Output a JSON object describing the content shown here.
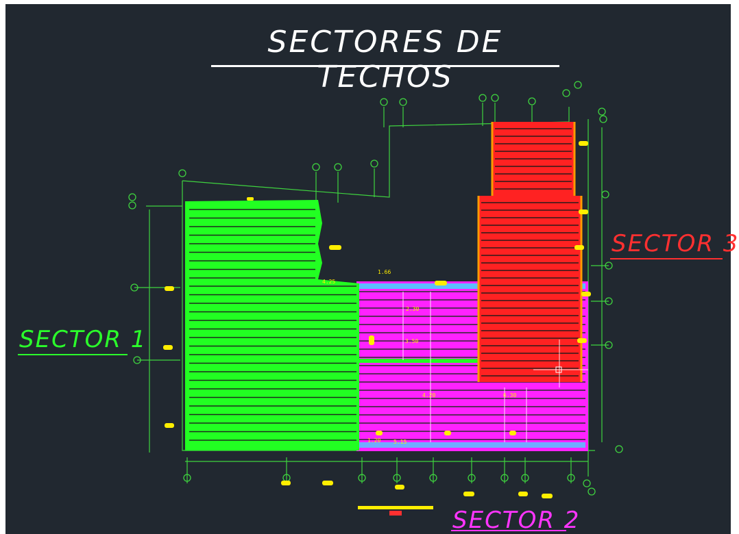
{
  "title": "SECTORES DE TECHOS",
  "sectors": [
    {
      "label": "SECTOR 1",
      "color": "#2bff2b"
    },
    {
      "label": "SECTOR 2",
      "color": "#ff35ff"
    },
    {
      "label": "SECTOR 3",
      "color": "#ff3030"
    }
  ],
  "colors": {
    "background": "#212830",
    "title": "#ffffff",
    "grid_lines": "#3fd43f",
    "dimension_tags": "#ffee00",
    "sector_1_fill": "#22ff22",
    "sector_2_fill": "#ff22ff",
    "sector_3_fill": "#ff2222"
  },
  "dimension_texts": [
    "4.25",
    "1.66",
    "2.30",
    "3.50",
    "4.20",
    "6.30",
    "1.20",
    "5.15"
  ]
}
